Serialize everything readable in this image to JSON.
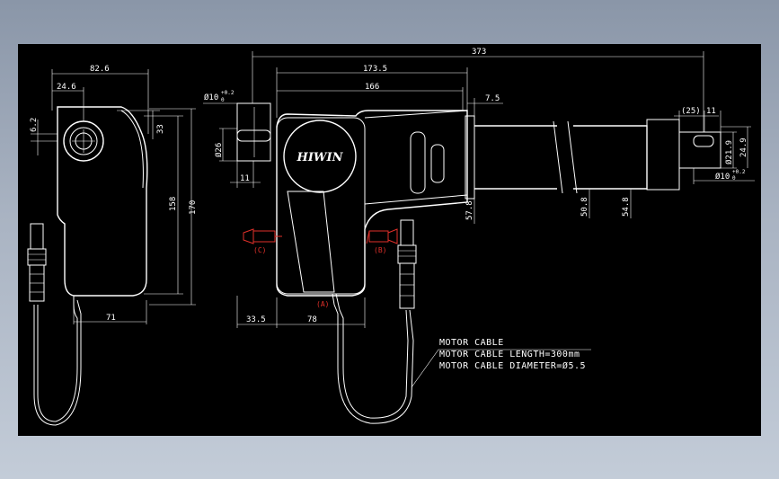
{
  "dimensions": {
    "overall_length": "373",
    "body_length": "173.5",
    "body_inner": "166",
    "front_offset": "7.5",
    "rear_bore": "Ø10",
    "rear_bore_tol_upper": "+0.2",
    "rear_bore_tol_lower": "0",
    "rear_clevis_dia": "Ø26",
    "rear_clevis_width": "11",
    "front_gap": "(25)",
    "front_tab": "11",
    "front_clevis_dia": "Ø21.9",
    "front_height": "24.9",
    "front_bore": "Ø10",
    "front_bore_tol_upper": "+0.2",
    "front_bore_tol_lower": "0",
    "tube_outer": "57.8",
    "tube_mid": "50.8",
    "tube_inner": "54.8",
    "bottom_left": "33.5",
    "bottom_main": "78",
    "side_width": "82.6",
    "side_left": "24.6",
    "side_offset": "6.2",
    "side_height_top": "33",
    "side_height_158": "158",
    "side_height_170": "170",
    "side_bottom": "71"
  },
  "markers": {
    "a": "(A)",
    "b": "(B)",
    "c": "(C)"
  },
  "logo": "HIWIN",
  "notes": {
    "title": "MOTOR CABLE",
    "line1": "MOTOR CABLE LENGTH=300mm",
    "line2": "MOTOR CABLE DIAMETER=Ø5.5"
  }
}
